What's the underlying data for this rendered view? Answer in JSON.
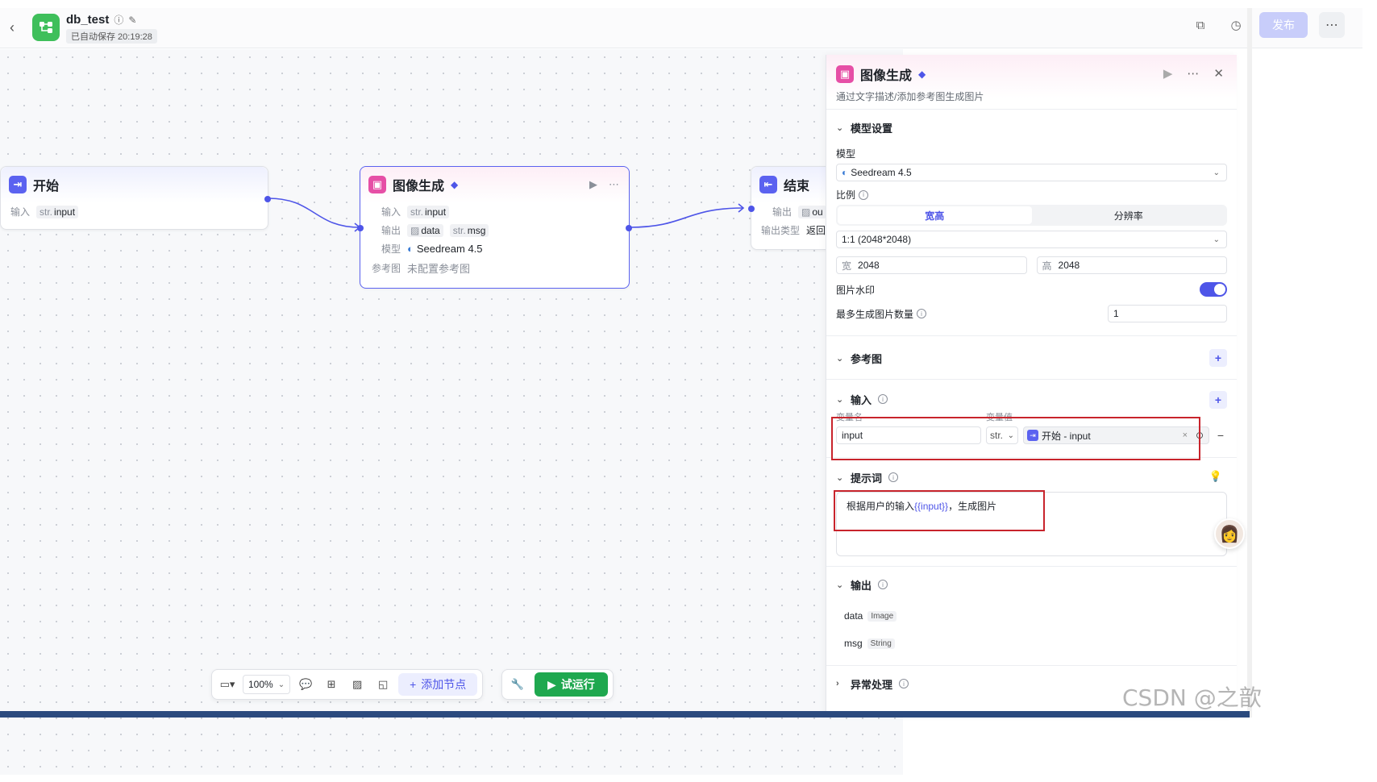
{
  "header": {
    "title": "db_test",
    "autosave": "已自动保存 20:19:28",
    "publish_label": "发布"
  },
  "nodes": {
    "start": {
      "title": "开始",
      "input_label": "输入",
      "input_type": "str.",
      "input_name": "input"
    },
    "image_gen": {
      "title": "图像生成",
      "input_label": "输入",
      "input_type": "str.",
      "input_name": "input",
      "output_label": "输出",
      "output_data": "data",
      "output_type": "str.",
      "output_msg": "msg",
      "model_label": "模型",
      "model_value": "Seedream 4.5",
      "ref_label": "参考图",
      "ref_value": "未配置参考图"
    },
    "end": {
      "title": "结束",
      "output_label": "输出",
      "output_value": "ou",
      "output_type_label": "输出类型",
      "output_type_value": "返回"
    }
  },
  "toolbar": {
    "zoom": "100%",
    "add_node": "添加节点",
    "run": "试运行"
  },
  "panel": {
    "title": "图像生成",
    "description": "通过文字描述/添加参考图生成图片",
    "model_section": "模型设置",
    "model_label": "模型",
    "model_value": "Seedream 4.5",
    "ratio_label": "比例",
    "ratio_tab_wh": "宽高",
    "ratio_tab_res": "分辨率",
    "ratio_value": "1:1 (2048*2048)",
    "width_prefix": "宽",
    "width_value": "2048",
    "height_prefix": "高",
    "height_value": "2048",
    "watermark_label": "图片水印",
    "watermark_on": true,
    "max_count_label": "最多生成图片数量",
    "max_count_value": "1",
    "ref_section": "参考图",
    "input_section": "输入",
    "var_name_header": "变量名",
    "var_value_header": "变量值",
    "input_var_name": "input",
    "input_var_type": "str.",
    "input_var_ref": "开始 - input",
    "prompt_section": "提示词",
    "prompt_prefix": "根据用户的输入",
    "prompt_var": "{{input}}",
    "prompt_suffix": "，生成图片",
    "output_section": "输出",
    "outputs": [
      {
        "name": "data",
        "type": "Image"
      },
      {
        "name": "msg",
        "type": "String"
      }
    ],
    "error_section": "异常处理"
  },
  "watermark_text": "CSDN @之歆",
  "colors": {
    "accent": "#4e55e8",
    "success": "#1fa84f",
    "annotation": "#c8242c"
  }
}
